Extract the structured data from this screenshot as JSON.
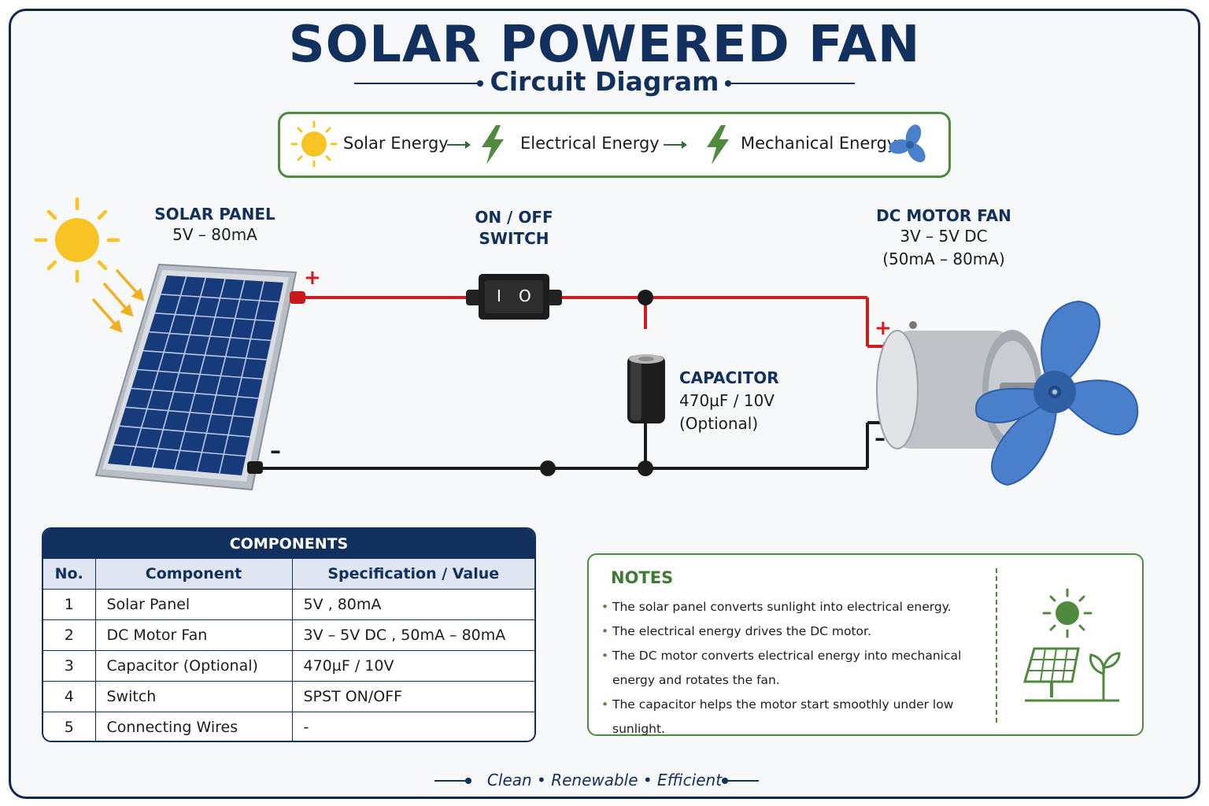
{
  "header": {
    "title": "SOLAR POWERED FAN",
    "subtitle": "Circuit Diagram"
  },
  "energy_flow": {
    "steps": [
      "Solar Energy",
      "Electrical Energy",
      "Mechanical Energy"
    ],
    "icons": [
      "sun-icon",
      "lightning-icon",
      "fan-icon"
    ]
  },
  "components_diagram": {
    "solar_panel": {
      "title": "SOLAR PANEL",
      "spec": "5V – 80mA"
    },
    "switch": {
      "title_line1": "ON / OFF",
      "title_line2": "SWITCH"
    },
    "motor": {
      "title": "DC MOTOR FAN",
      "spec_line1": "3V – 5V DC",
      "spec_line2": "(50mA – 80mA)"
    },
    "capacitor": {
      "title": "CAPACITOR",
      "spec": "470µF / 10V",
      "note": "(Optional)"
    },
    "polarity": {
      "plus": "+",
      "minus": "–"
    },
    "switch_marks": {
      "on": "I",
      "off": "O"
    }
  },
  "components_table": {
    "title": "COMPONENTS",
    "headers": [
      "No.",
      "Component",
      "Specification / Value"
    ],
    "rows": [
      [
        "1",
        "Solar Panel",
        "5V , 80mA"
      ],
      [
        "2",
        "DC Motor Fan",
        "3V – 5V DC , 50mA – 80mA"
      ],
      [
        "3",
        "Capacitor (Optional)",
        "470µF / 10V"
      ],
      [
        "4",
        "Switch",
        "SPST ON/OFF"
      ],
      [
        "5",
        "Connecting Wires",
        "-"
      ]
    ]
  },
  "notes": {
    "title": "NOTES",
    "items": [
      "The solar panel converts sunlight into electrical energy.",
      "The electrical energy drives the DC motor.",
      "The DC motor converts electrical energy into mechanical energy and rotates the fan.",
      "The capacitor helps the motor start smoothly under low sunlight."
    ]
  },
  "footer": {
    "tagline": "Clean • Renewable • Efficient"
  },
  "colors": {
    "navy": "#12305e",
    "green": "#4f8a3e",
    "positive_wire": "#d01c1c",
    "negative_wire": "#1a1a1a",
    "sun": "#f7c325",
    "fan_blue": "#4a7fcb"
  }
}
